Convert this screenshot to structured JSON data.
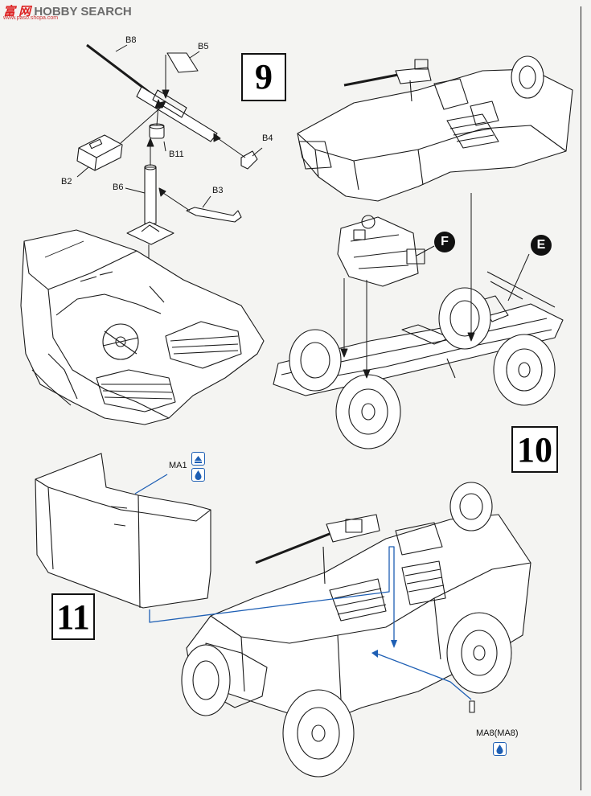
{
  "watermark": {
    "brand": "HOBBY SEARCH",
    "logo": "富 网",
    "url": "www.paso.shopa.com"
  },
  "steps": {
    "s9": "9",
    "s10": "10",
    "s11": "11"
  },
  "parts": {
    "b8": "B8",
    "b5": "B5",
    "b4": "B4",
    "b11": "B11",
    "b2": "B2",
    "b6": "B6",
    "b3": "B3",
    "ma1": "MA1",
    "ma8": "MA8(MA8)"
  },
  "subassemblies": {
    "f": "F",
    "e": "E"
  },
  "icons": {
    "glue": "glue-drop-icon",
    "fold": "fold-up-icon"
  },
  "colors": {
    "line": "#1a1a1a",
    "leader_blue": "#1e5fb4",
    "paper": "#f4f4f2"
  }
}
